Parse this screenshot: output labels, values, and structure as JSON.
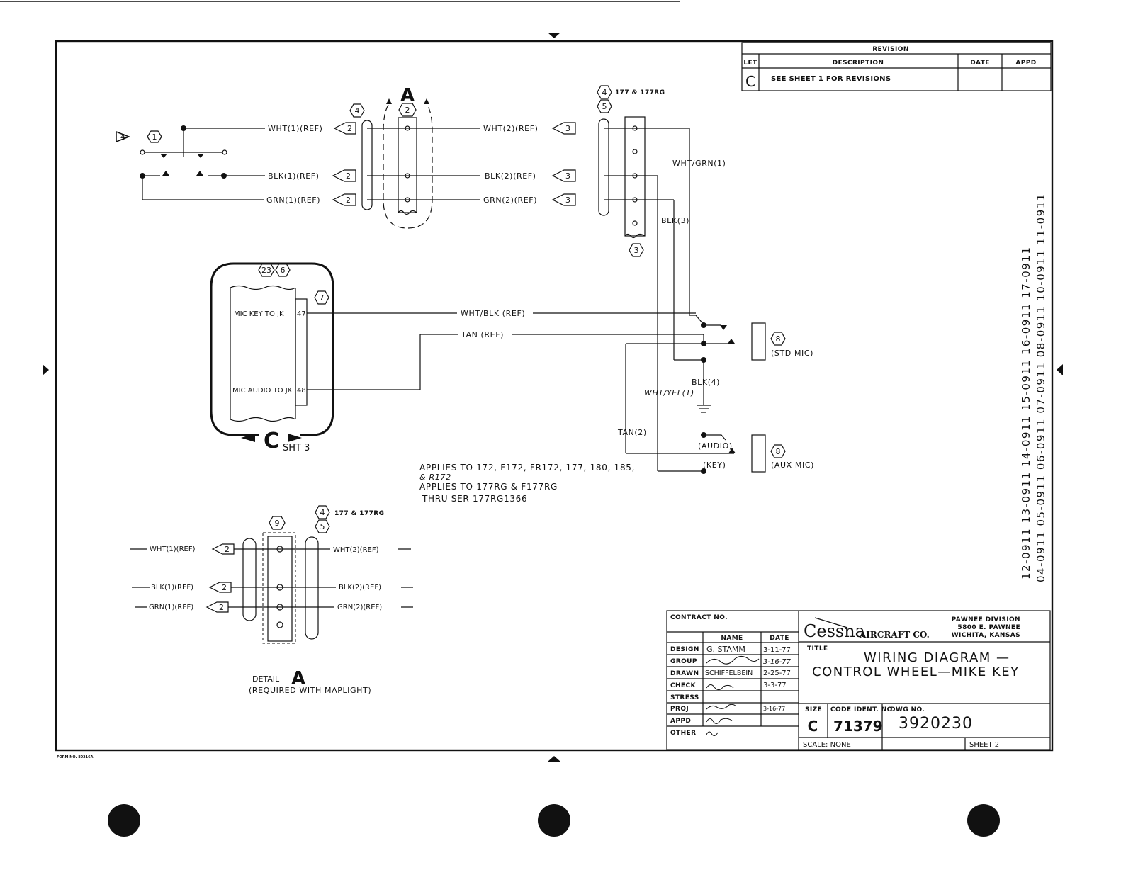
{
  "revision_block": {
    "title": "REVISION",
    "col_let": "LET",
    "col_description": "DESCRIPTION",
    "col_date": "DATE",
    "col_appd": "APPD",
    "row_let": "C",
    "row_description": "SEE SHEET 1 FOR REVISIONS"
  },
  "wires": {
    "wht1": "WHT(1)(REF)",
    "blk1": "BLK(1)(REF)",
    "grn1": "GRN(1)(REF)",
    "wht2": "WHT(2)(REF)",
    "blk2": "BLK(2)(REF)",
    "grn2": "GRN(2)(REF)",
    "wht_grn1": "WHT/GRN(1)",
    "blk3": "BLK(3)",
    "wht_blk": "WHT/BLK (REF)",
    "tan_ref": "TAN (REF)",
    "blk4": "BLK(4)",
    "wht_yel1": "WHT/YEL(1)",
    "tan2": "TAN(2)"
  },
  "callouts": {
    "n1": "1",
    "n2": "2",
    "n3": "3",
    "n4": "4",
    "n5": "5",
    "n6": "6",
    "n7": "7",
    "n8": "8",
    "n9": "9",
    "n23": "23"
  },
  "labels": {
    "view_a": "A",
    "view_c": "C",
    "sht3": "SHT 3",
    "model_177": "177 & 177RG",
    "mic_key_jk": "MIC KEY TO JK",
    "mic_audio_jk": "MIC AUDIO TO JK",
    "pin47": "47",
    "pin48": "48",
    "std_mic": "(STD MIC)",
    "aux_mic": "(AUX MIC)",
    "audio": "(AUDIO)",
    "key": "(KEY)",
    "detail": "DETAIL",
    "detail_a": "A",
    "maplight": "(REQUIRED WITH MAPLIGHT)"
  },
  "notes": {
    "line1": "APPLIES TO 172, F172, FR172, 177, 180, 185,",
    "line2": "& R172",
    "line3": "APPLIES TO 177RG & F177RG",
    "line4": "THRU SER 177RG1366"
  },
  "side_refs": {
    "col1": "12-0911  13-0911  14-0911  15-0911  16-0911  17-0911",
    "col2": "04-0911  05-0911  06-0911  07-0911  08-0911  10-0911  11-0911"
  },
  "title_block": {
    "contract_no": "CONTRACT NO.",
    "name_hdr": "NAME",
    "date_hdr": "DATE",
    "roles": [
      "DESIGN",
      "GROUP",
      "DRAWN",
      "CHECK",
      "STRESS",
      "PROJ",
      "APPD",
      "OTHER"
    ],
    "names": [
      "G. STAMM",
      "",
      "SCHIFFELBEIN",
      "",
      "",
      "",
      "",
      ""
    ],
    "dates": [
      "3-11-77",
      "3-16-77",
      "2-25-77",
      "3-3-77",
      "",
      "3-16-77",
      "",
      ""
    ],
    "company": "Cessna",
    "company_suffix": "AIRCRAFT CO.",
    "division1": "PAWNEE DIVISION",
    "division2": "5800 E. PAWNEE",
    "division3": "WICHITA, KANSAS",
    "title_lbl": "TITLE",
    "title1": "WIRING DIAGRAM —",
    "title2": "CONTROL WHEEL—MIKE KEY",
    "size_lbl": "SIZE",
    "size_val": "C",
    "code_lbl": "CODE IDENT. NO.",
    "code_val": "71379",
    "dwg_lbl": "DWG NO.",
    "dwg_val": "3920230",
    "scale": "SCALE: NONE",
    "sheet": "SHEET 2"
  },
  "form_no": "FORM NO. 80216A"
}
